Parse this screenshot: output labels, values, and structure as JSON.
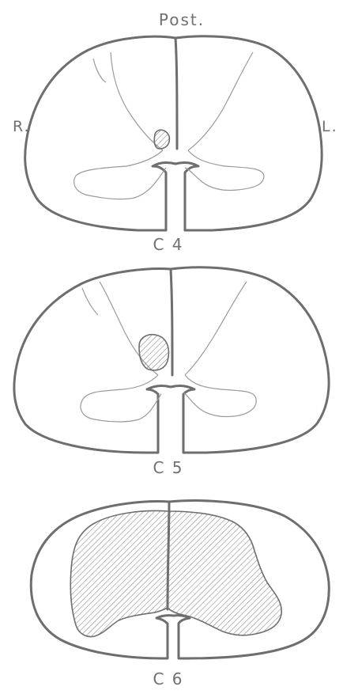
{
  "labels": {
    "posterior": "Post.",
    "right": "R.",
    "left": "L."
  },
  "sections": [
    {
      "level": "C 4"
    },
    {
      "level": "C 5"
    },
    {
      "level": "C 6"
    }
  ],
  "colors": {
    "outline": "#6e6e6e",
    "gray_matter": "#9a9a9a",
    "text": "#707070",
    "background": "#ffffff"
  }
}
